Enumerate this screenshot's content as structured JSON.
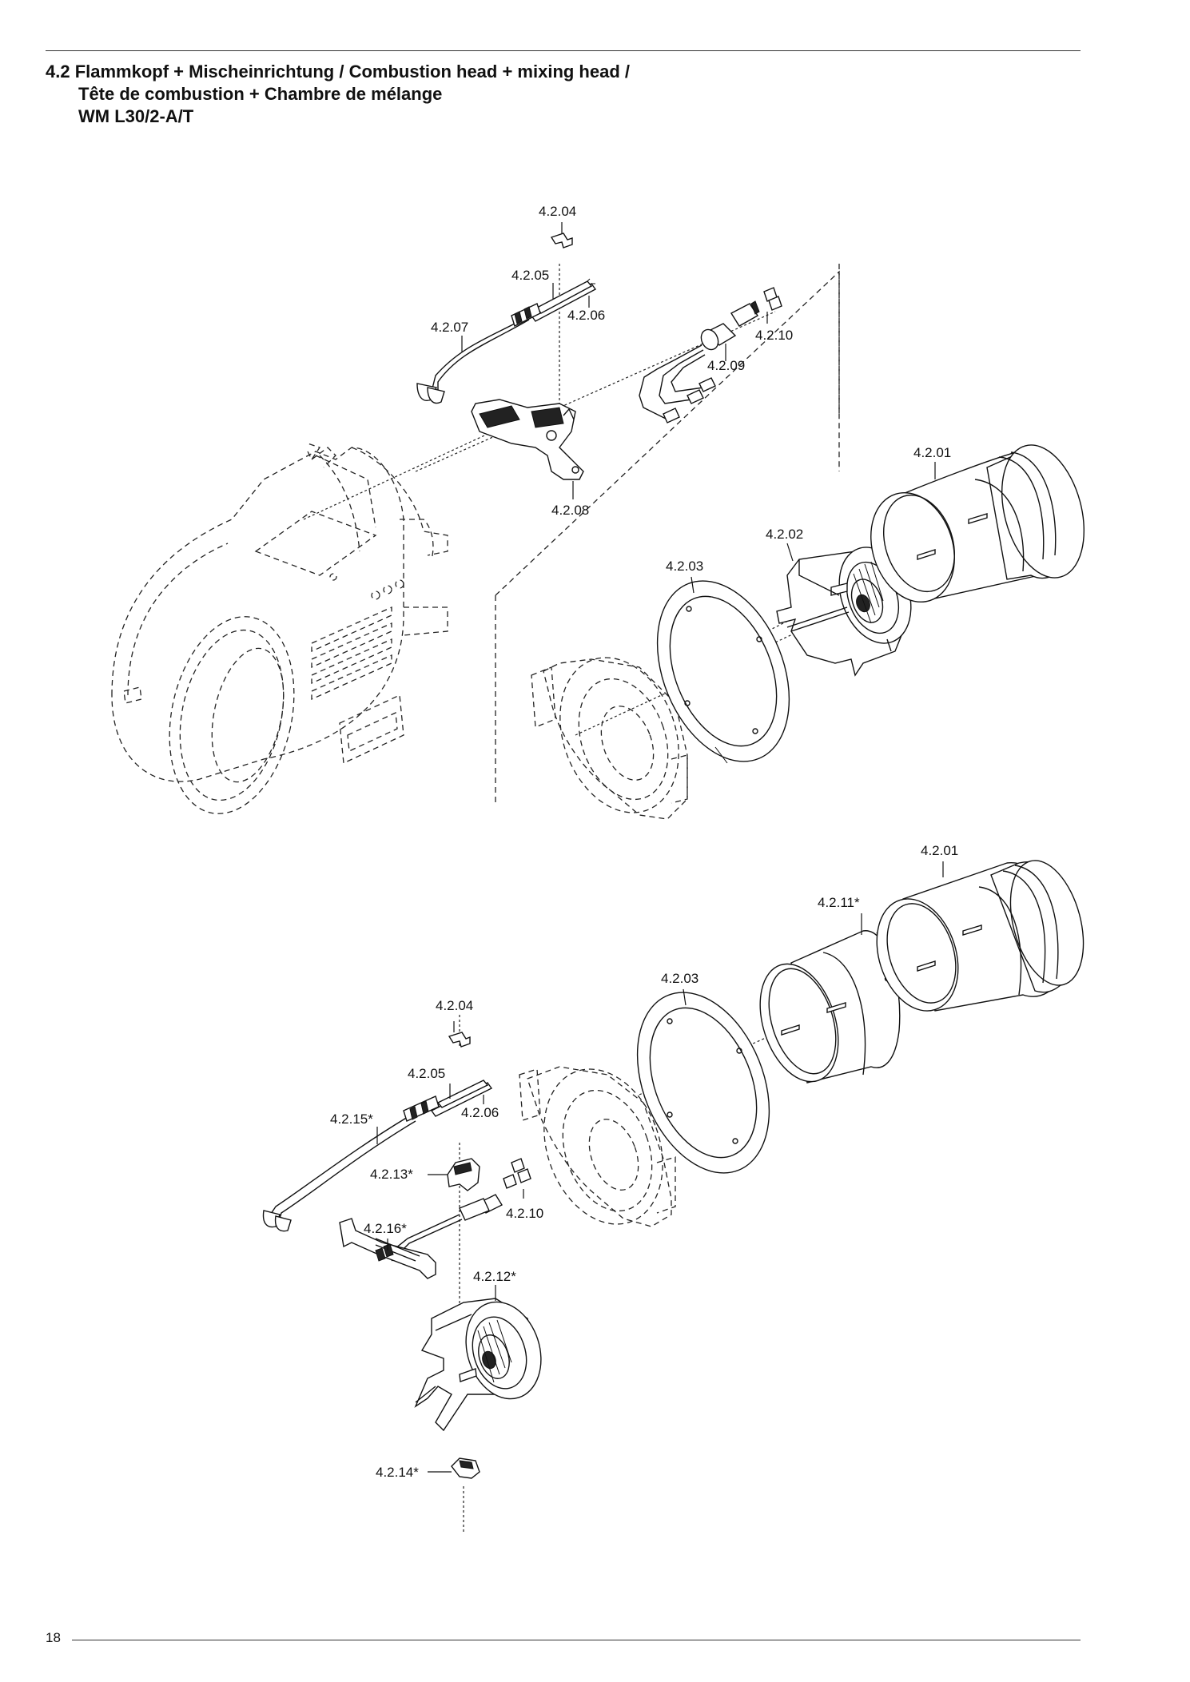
{
  "header": {
    "line1": "4.2 Flammkopf + Mischeinrichtung / Combustion head + mixing head /",
    "line2": "Tête de combustion + Chambre de mélange",
    "line3": "WM L30/2-A/T"
  },
  "footer": {
    "page_number": "18"
  },
  "callouts_top": {
    "p4204": "4.2.04",
    "p4205": "4.2.05",
    "p4206": "4.2.06",
    "p4207": "4.2.07",
    "p4208": "4.2.08",
    "p4209": "4.2.09",
    "p4210": "4.2.10",
    "p4201": "4.2.01",
    "p4202": "4.2.02",
    "p4203": "4.2.03"
  },
  "callouts_bottom": {
    "p4201": "4.2.01",
    "p4211": "4.2.11*",
    "p4203": "4.2.03",
    "p4204": "4.2.04",
    "p4205": "4.2.05",
    "p4206": "4.2.06",
    "p4215": "4.2.15*",
    "p4213": "4.2.13*",
    "p4210": "4.2.10",
    "p4216": "4.2.16*",
    "p4212": "4.2.12*",
    "p4214": "4.2.14*"
  }
}
